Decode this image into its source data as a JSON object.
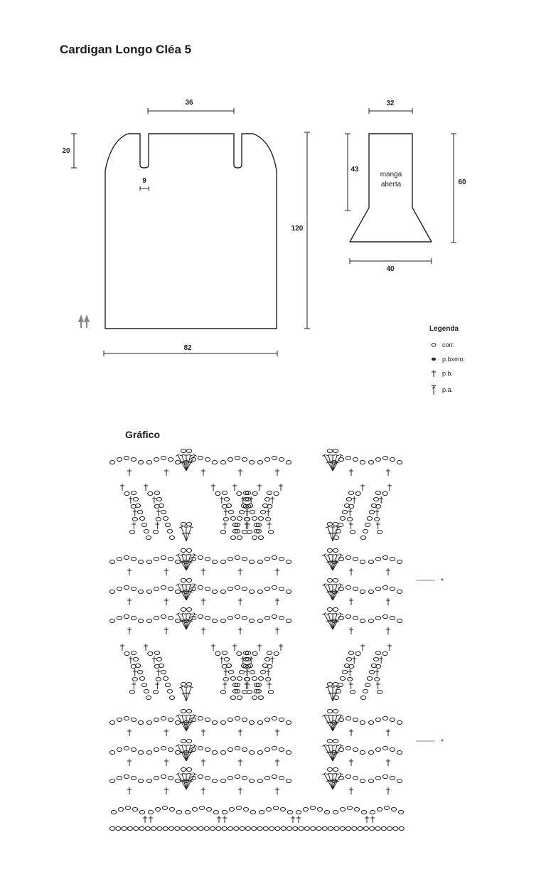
{
  "title": "Cardigan Longo Cléa 5",
  "chart_title": "Gráfico",
  "body_piece": {
    "width_top": "36",
    "shoulder_height": "20",
    "slit_width": "9",
    "length": "120",
    "width_bottom": "82"
  },
  "sleeve": {
    "top": "32",
    "upper_height": "43",
    "label_line1": "manga",
    "label_line2": "aberta",
    "total_height": "60",
    "bottom": "40"
  },
  "legend": {
    "title": "Legenda",
    "items": [
      {
        "symbol": "chain",
        "label": "corr."
      },
      {
        "symbol": "slip-stitch",
        "label": "p.bxmo."
      },
      {
        "symbol": "single-crochet",
        "label": "p.b."
      },
      {
        "symbol": "double-crochet",
        "label": "p.a."
      }
    ]
  },
  "repeat_marks": [
    "*",
    "*"
  ],
  "colors": {
    "line": "#222222",
    "arrow": "#888888"
  }
}
